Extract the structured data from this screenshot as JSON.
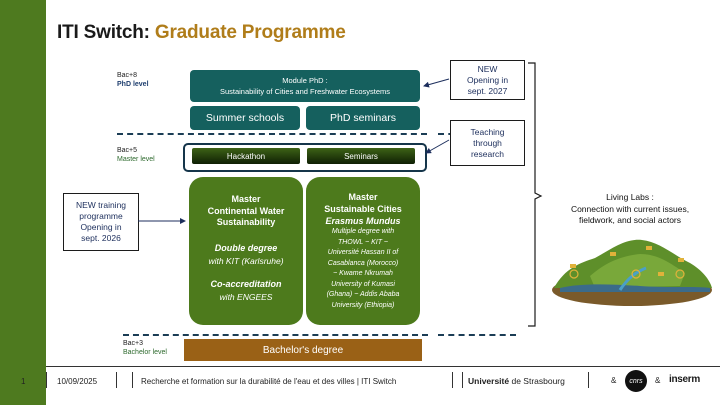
{
  "title": {
    "part1": "ITI Switch: ",
    "part2": "Graduate Programme"
  },
  "levels": {
    "phd": {
      "code": "Bac+8",
      "label": "PhD level"
    },
    "master": {
      "code": "Bac+5",
      "label": "Master level"
    },
    "bachelor": {
      "code": "Bac+3",
      "label": "Bachelor level"
    }
  },
  "phd": {
    "module_line1": "Module PhD :",
    "module_line2": "Sustainability of Cities and Freshwater Ecosystems",
    "summer_schools": "Summer schools",
    "phd_seminars": "PhD seminars"
  },
  "master_bar": {
    "hackathon": "Hackathon",
    "seminars": "Seminars"
  },
  "notes": {
    "phd_new": [
      "NEW",
      "Opening in",
      "sept. 2027"
    ],
    "teaching": [
      "Teaching",
      "through",
      "research"
    ],
    "training_new": [
      "NEW training",
      "programme",
      "Opening in",
      "sept. 2026"
    ]
  },
  "master_left": {
    "title": [
      "Master",
      "Continental Water",
      "Sustainability"
    ],
    "degree_title": "Double degree",
    "degree_with": "with KIT (Karlsruhe)",
    "accr_title": "Co-accreditation",
    "accr_with": "with ENGEES"
  },
  "master_right": {
    "title": [
      "Master",
      "Sustainable Cities"
    ],
    "mundus": "Erasmus Mundus",
    "details": [
      "Multiple degree with",
      "THOWL ~ KIT ~",
      "Université Hassan II of",
      "Casablanca (Morocco)",
      "~ Kwame Nkrumah",
      "University of Kumasi",
      "(Ghana) ~ Addis Ababa",
      "University (Ethiopia)"
    ]
  },
  "living_labs": [
    "Living Labs :",
    "Connection with current issues,",
    "fieldwork, and social actors"
  ],
  "bachelor": {
    "label": "Bachelor's degree"
  },
  "footer": {
    "page": "1",
    "date": "10/09/2025",
    "text": "Recherche et formation sur la durabilité de l'eau et des villes | ITI Switch",
    "uni_bold": "Université",
    "uni_rest": " de Strasbourg",
    "amp1": "&",
    "cnrs": "cnrs",
    "amp2": "&",
    "inserm": "inserm"
  },
  "colors": {
    "sidebar": "#4e7a1f",
    "teal": "#15605e",
    "green": "#4d7a1c",
    "bachelor": "#9a6116",
    "accent": "#b07d1a"
  }
}
